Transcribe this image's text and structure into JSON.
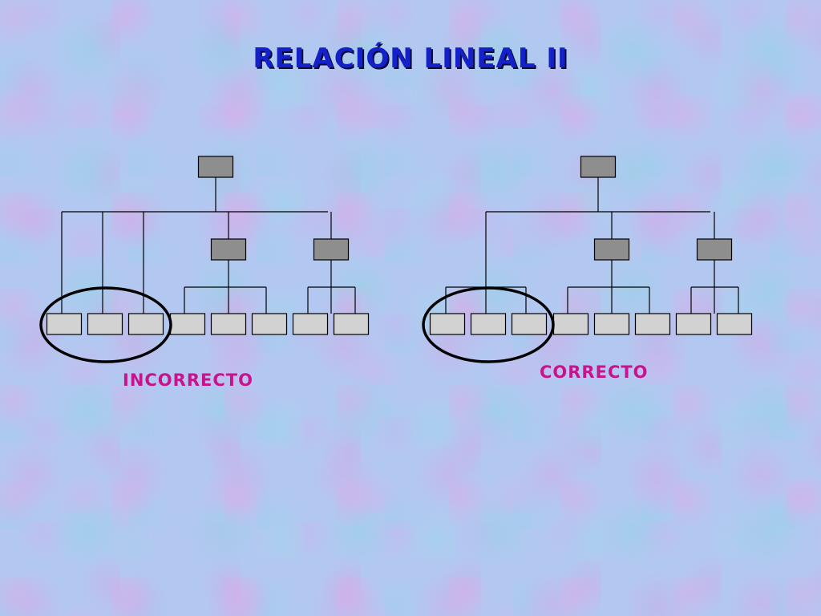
{
  "title": "RELACIÓN LINEAL II",
  "labels": {
    "incorrect": "INCORRECTO",
    "correct": "CORRECTO"
  },
  "colors": {
    "title": "#1420c8",
    "title_shadow": "#0a0a3c",
    "label": "#c8148c",
    "box_dark": "#8e8e8e",
    "box_light": "#d2d2d2",
    "line": "#000000",
    "background": "#b3c8f0"
  },
  "diagrams": [
    {
      "name": "incorrect",
      "structure": "root with three direct subordinates and two intermediate managers, each intermediate with three subordinates",
      "direct_children_of_root": 3,
      "intermediate_managers": 2,
      "children_per_intermediate": 3
    },
    {
      "name": "correct",
      "structure": "root with one grouping node of three subordinates and two intermediate managers, each intermediate with three subordinates",
      "direct_children_of_root": 1,
      "intermediate_managers": 2,
      "children_per_intermediate": 3
    }
  ]
}
